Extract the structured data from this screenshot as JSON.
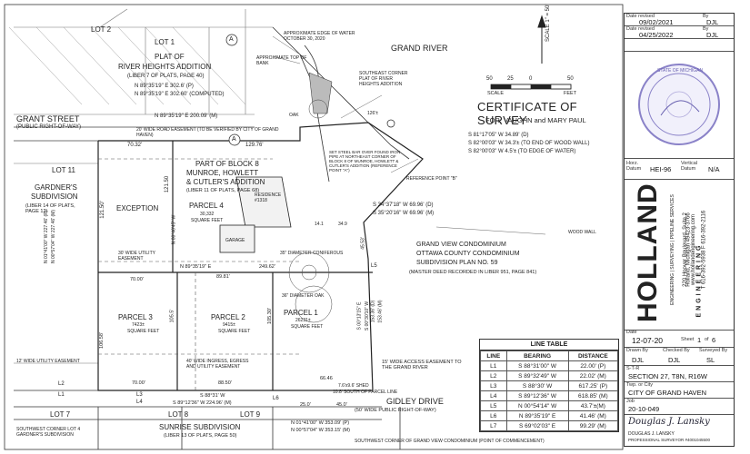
{
  "title_block": {
    "revisions": [
      {
        "label": "Date revised",
        "date": "09/02/2021",
        "by_label": "By",
        "by": "DJL"
      },
      {
        "label": "Date revised",
        "date": "04/25/2022",
        "by_label": "By",
        "by": "DJL"
      }
    ],
    "seal_text": "STATE OF MICHIGAN",
    "datum": {
      "horz_label": "Horz. Datum",
      "horz": "HEI-96",
      "vert_label": "Vertical Datum",
      "vert": "N/A"
    },
    "logo": "HOLLAND",
    "logo_sub": "ENGINEERING",
    "tagline": "ENGINEERING | SURVEYING | PIPELINE SERVICES",
    "address1": "220 Hoover Boulevard, Suite 2",
    "address2": "Holland, Michigan 49423-3766",
    "web": "www.hollandengineering.com",
    "phone": "T 616-392-5938   F 616-392-2116",
    "date_label": "Date",
    "date": "12-07-20",
    "sheet_label": "Sheet",
    "sheet": "1",
    "of_label": "of",
    "of": "6",
    "drawn_label": "Drawn By",
    "drawn": "DJL",
    "checked_label": "Checked By",
    "checked": "DJL",
    "surveyed_label": "Surveyed By",
    "surveyed": "SL",
    "str_label": "S-T-R",
    "str": "SECTION 27, T8N, R16W",
    "twp_label": "Twp. or City",
    "twp": "CITY OF GRAND HAVEN",
    "job_label": "Job",
    "job": "20-10-049",
    "signature": "Douglas J. Lansky",
    "surveyor_name": "DOUGLAS J. LANSKY",
    "surveyor_lic": "PROFESSIONAL SURVEYOR #4001045500"
  },
  "heading": {
    "title": "CERTIFICATE OF SURVEY",
    "for": "FOR: VAUGHN and MARY PAUL"
  },
  "scale_bar": {
    "ticks": [
      "50",
      "25",
      "0",
      "50"
    ],
    "scale_label": "SCALE",
    "feet_label": "FEET",
    "scale_text": "SCALE 1\" = 50'"
  },
  "labels": {
    "lot2": "LOT 2",
    "lot1": "LOT 1",
    "plat": "PLAT OF",
    "river_heights": "RIVER HEIGHTS ADDITION",
    "liber7": "(LIBER 7 OF PLATS, PAGE 40)",
    "bearing_top_p": "N 89°35'19\" E 302.6' (P)",
    "bearing_top_c": "N 89°35'19\" E 302.60' (COMPUTED)",
    "edge_water": "APPROXIMATE EDGE OF WATER OCTOBER 30, 2020",
    "top_bank": "APPROXIMATE TOP OF BANK",
    "grand_river": "GRAND RIVER",
    "se_corner": "SOUTHEAST CORNER PLAT OF RIVER HEIGHTS ADDITION",
    "grant_street": "GRANT STREET",
    "grant_row": "(PUBLIC RIGHT-OF-WAY)",
    "n200": "N 89°35'19\" E 200.09' (M)",
    "road_easement": "20' WIDE ROAD EASEMENT (TO BE VERIFIED BY CITY OF GRAND HAVEN)",
    "d7032": "70.32'",
    "d12976": "129.76'",
    "block8_1": "PART OF BLOCK 8",
    "block8_2": "MUNROE, HOWLETT",
    "block8_3": "& CUTLER'S ADDITION",
    "block8_4": "(LIBER 11 OF PLATS, PAGE 68)",
    "bearing_r1": "S 81°17'05\" W 34.89' (D)",
    "bearing_r2": "S 82°00'03\" W 34.3'± (TO END OF WOOD WALL)",
    "bearing_r3": "S 82°00'03\" W 4.5'± (TO EDGE OF WATER)",
    "oak": "OAK",
    "steel_bar": "SET STEEL BAR OVER FOUND IRON PIPE AT NORTHEAST CORNER OF BLOCK 8 OF MUNROE, HOWLETT & CUTLER'S ADDITION (REFERENCE POINT \"A\")",
    "ref_b": "REFERENCE POINT \"B\"",
    "lot11": "LOT 11",
    "gardner": "GARDNER'S",
    "gardner_sub": "SUBDIVISION",
    "gardner_liber": "(LIBER 14 OF PLATS, PAGE 12)",
    "exception": "EXCEPTION",
    "parcel4": "PARCEL 4",
    "parcel4_sf": "30,332",
    "sq_feet": "SQUARE FEET",
    "residence": "RESIDENCE #1318",
    "garage": "GARAGE",
    "s34": "S 34°37'18\" W 69.96' (D)",
    "s35": "S 35°20'16\" W 69.96' (M)",
    "wood_wall": "WOOD WALL",
    "d12150": "121.50'",
    "d12150b": "121.50",
    "util_easement": "30' WIDE UTILITY EASEMENT",
    "n_00_46": "N 00°46'45\" W",
    "dia_oak": "35\" DIAMETER CONIFEROUS",
    "gv_condo1": "GRAND VIEW CONDOMINIUM",
    "gv_condo2": "OTTAWA COUNTY CONDOMINIUM",
    "gv_condo3": "SUBDIVISION PLAN NO. 59",
    "gv_condo4": "(MASTER DEED RECORDED IN LIBER 951, PAGE 841)",
    "n_89_mid": "N 89°35'19\" E",
    "d24962": "249.62'",
    "d8981": "89.81'",
    "d7000": "70.00'",
    "parcel3": "PARCEL 3",
    "parcel3_sf": "7423±",
    "parcel2": "PARCEL 2",
    "parcel2_sf": "9415±",
    "parcel1": "PARCEL 1",
    "parcel1_sf": "26231±",
    "dia_oak2": "36\" DIAMETER OAK",
    "d10658": "106.58'",
    "d10530": "105.30'",
    "d1055": "105.5'",
    "access_easement": "15' WIDE ACCESS EASEMENT TO THE GRAND RIVER",
    "ingress": "40' WIDE INGRESS, EGRESS AND UTILITY EASEMENT",
    "util12": "12' WIDE UTILITY EASEMENT",
    "d7000b": "70.00'",
    "d8850": "88.50'",
    "d6646": "66.46",
    "s88": "S 88°31' W",
    "s89": "S 89°12'36\" W 224.96' (M)",
    "shed": "7.6'x9.6' SHED",
    "shed2": "10.8' SOUTH OF PARCEL LINE",
    "gidley": "GIDLEY DRIVE",
    "gidley_row": "(50' WIDE PUBLIC RIGHT-OF-WAY)",
    "n01": "N 01°41'00\" W 353.09' (P)",
    "n00": "N 00°57'04\" W 353.15' (M)",
    "lot7": "LOT 7",
    "lot8": "LOT 8",
    "lot9": "LOT 9",
    "sunrise": "SUNRISE SUBDIVISION",
    "sunrise_liber": "(LIBER 13 OF PLATS, PAGE 50)",
    "sw_corner": "SOUTHWEST CORNER LOT 4 GARDNER'S SUBDIVISION",
    "sw_corner_gv": "SOUTHWEST CORNER OF GRAND VIEW CONDOMINIUM (POINT OF COMMENCEMENT)",
    "n01_l": "N 01°41'00\" W 227.46' (P)",
    "n00_l": "N 00°57'04\" W 227.46' (M)",
    "d153": "153.36' (D)",
    "d15346": "153.46' (M)",
    "s00": "S 00°13'15\" E",
    "s00b": "S 00°30'10\" W",
    "d4553": "45.53'",
    "l1": "L1",
    "l2": "L2",
    "l3": "L3",
    "l4": "L4",
    "l5": "L5",
    "l6": "L6",
    "d25": "25.0'",
    "d45": "45.0'",
    "d50": "50'",
    "circleA": "A",
    "d349": "34.9",
    "d141": "14.1",
    "d126": "126'±"
  },
  "line_table": {
    "title": "LINE TABLE",
    "headers": [
      "LINE",
      "BEARING",
      "DISTANCE"
    ],
    "rows": [
      [
        "L1",
        "S 88°31'00\" W",
        "22.00' (P)"
      ],
      [
        "L2",
        "S 89°32'49\" W",
        "22.02' (M)"
      ],
      [
        "L3",
        "S 88°30' W",
        "617.25' (P)"
      ],
      [
        "L4",
        "S 89°12'36\" W",
        "618.85' (M)"
      ],
      [
        "L5",
        "N 00°54'14\" W",
        "43.7'±(M)"
      ],
      [
        "L6",
        "N 89°35'19\" E",
        "41.46' (M)"
      ],
      [
        "L7",
        "S 69°02'03\" E",
        "99.29' (M)"
      ]
    ]
  }
}
